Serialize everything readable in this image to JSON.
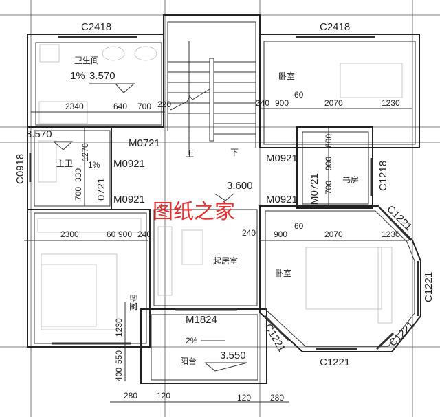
{
  "rooms": {
    "bathroom": "卫生间",
    "master_bath": "主卫",
    "bedroom_ne": "卧室",
    "study": "书房",
    "living": "起居室",
    "bedroom_se": "卧室",
    "bedroom_sw": "卧室",
    "balcony": "阳台",
    "stair_up": "上",
    "stair_down": "下"
  },
  "levels": {
    "bath_slope": "1%",
    "bath_level": "3.570",
    "master_bath_level": "3.570",
    "master_bath_slope": "1%",
    "floor_level": "3.600",
    "balcony_slope": "2%",
    "balcony_level": "3.550"
  },
  "windows": {
    "top_left": "C2418",
    "top_right": "C2418",
    "west": "C0918",
    "study": "C1218",
    "oct_ne": "C1221",
    "oct_e": "C1221",
    "oct_se": "C1221",
    "oct_s": "C1221",
    "oct_sw": "C1221"
  },
  "doors": {
    "stair_bath": "M0721",
    "master_bath": "M0921",
    "master_bath_inner": "0721",
    "sw_bedroom": "M0921",
    "ne_bedroom": "M0921",
    "study": "M0721",
    "se_bedroom": "M0921",
    "balcony": "M1824"
  },
  "dimensions": {
    "top_left": [
      "2340",
      "640",
      "700",
      "220"
    ],
    "top_right": [
      "240",
      "900",
      "60",
      "2070",
      "1230"
    ],
    "mid_left": [
      "2300",
      "60",
      "900",
      "240"
    ],
    "mid_right": [
      "240",
      "900",
      "60",
      "2070",
      "1230"
    ],
    "vert_left_upper": [
      "1270",
      "330",
      "700"
    ],
    "study_vert": [
      "600",
      "900",
      "700"
    ],
    "vert_left_lower": [
      "1230",
      "550",
      "400"
    ],
    "bottom": [
      "280",
      "120",
      "120",
      "280"
    ]
  },
  "watermark": "图纸之家"
}
